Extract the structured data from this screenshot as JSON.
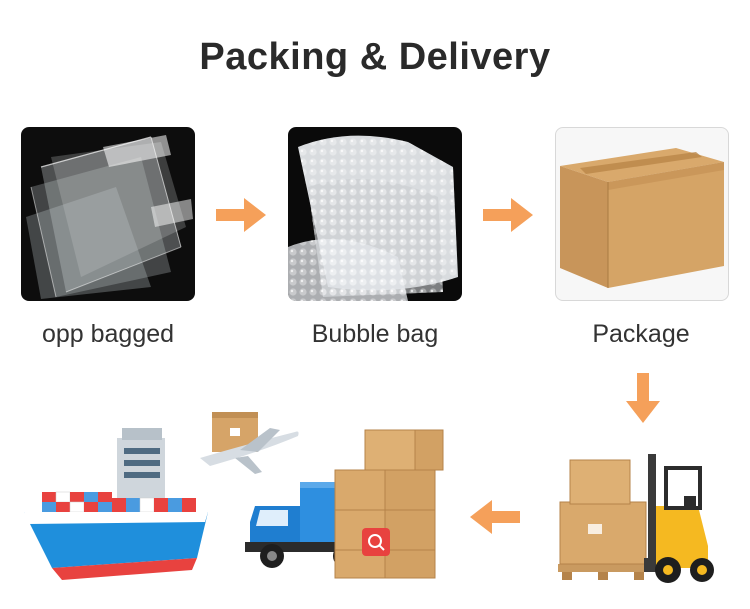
{
  "title": "Packing & Delivery",
  "steps": [
    {
      "label": "opp bagged",
      "icon": "opp-bag-image"
    },
    {
      "label": "Bubble bag",
      "icon": "bubble-wrap-image"
    },
    {
      "label": "Package",
      "icon": "cardboard-box-image"
    }
  ],
  "colors": {
    "arrow": "#f5a05a",
    "title": "#2a2a2a",
    "caption": "#333333"
  },
  "bottom": {
    "icons": [
      "cargo-ship-icon",
      "airplane-icon",
      "delivery-truck-icon",
      "forklift-icon"
    ]
  }
}
